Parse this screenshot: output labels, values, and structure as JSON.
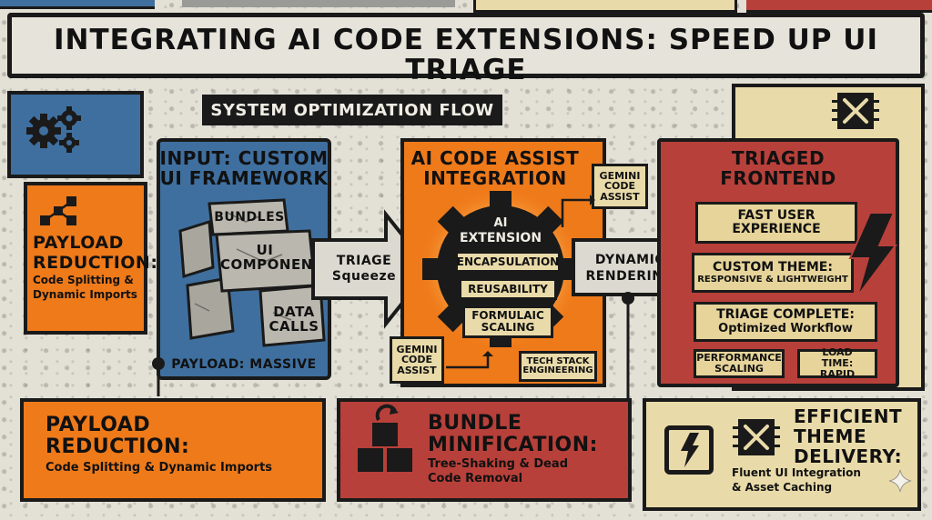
{
  "title": "INTEGRATING AI CODE EXTENSIONS: SPEED UP UI TRIAGE",
  "flow_label": "SYSTEM OPTIMIZATION FLOW",
  "input_panel": {
    "title_line1": "INPUT: CUSTOM",
    "title_line2": "UI FRAMEWORK",
    "blocks": [
      "BUNDLES",
      "UI COMPONENTS",
      "DATA CALLS"
    ],
    "footer": "PAYLOAD: MASSIVE"
  },
  "triage_arrow": {
    "line1": "TRIAGE",
    "line2": "Squeeze"
  },
  "ai_panel": {
    "title_line1": "AI CODE ASSIST",
    "title_line2": "INTEGRATION",
    "gear_title_line1": "AI",
    "gear_title_line2": "EXTENSION",
    "items": [
      "ENCAPSULATION",
      "REUSABILITY",
      "FORMULAIC SCALING"
    ],
    "tag_top": "GEMINI CODE ASSIST",
    "tag_bottom": "GEMINI CODE ASSIST",
    "tag_tech": "TECH STACK ENGINEERING"
  },
  "dynamic_arrow": {
    "line1": "DYNAMIC",
    "line2": "RENDERING"
  },
  "output_panel": {
    "title_line1": "TRIAGED",
    "title_line2": "FRONTEND",
    "item1": "FAST USER EXPERIENCE",
    "item2_title": "CUSTOM THEME:",
    "item2_sub": "RESPONSIVE & LIGHTWEIGHT",
    "item3_title": "TRIAGE COMPLETE:",
    "item3_sub": "Optimized Workflow",
    "item4": "PERFORMANCE SCALING",
    "item5": "LOAD TIME: RAPID"
  },
  "left_callout": {
    "title_line1": "PAYLOAD",
    "title_line2": "REDUCTION:",
    "sub_line1": "Code Splitting &",
    "sub_line2": "Dynamic Imports"
  },
  "bottom_left": {
    "title_line1": "PAYLOAD",
    "title_line2": "REDUCTION:",
    "sub": "Code Splitting & Dynamic Imports"
  },
  "bottom_mid": {
    "title_line1": "BUNDLE",
    "title_line2": "MINIFICATION:",
    "sub_line1": "Tree-Shaking & Dead",
    "sub_line2": "Code Removal"
  },
  "bottom_right": {
    "title_line1": "EFFICIENT",
    "title_line2": "THEME",
    "title_line3": "DELIVERY:",
    "sub_line1": "Fluent UI Integration",
    "sub_line2": "& Asset Caching"
  },
  "colors": {
    "blue": "#3f6f9f",
    "orange": "#ef7a1a",
    "red": "#b8403a",
    "cream": "#e9dba9",
    "ink": "#1a1a1a"
  },
  "icons": [
    "gear-cluster-icon",
    "network-nodes-icon",
    "chip-tools-icon",
    "lightning-bolt-icon",
    "cubes-icon",
    "refresh-arrow-icon",
    "sparkle-icon"
  ]
}
